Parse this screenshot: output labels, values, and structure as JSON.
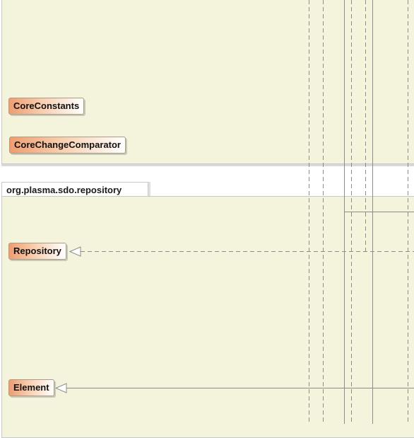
{
  "packages": {
    "repository": {
      "name": "org.plasma.sdo.repository"
    }
  },
  "classes": {
    "core_constants": "CoreConstants",
    "core_change_comparator": "CoreChangeComparator",
    "repository": "Repository",
    "element": "Element"
  },
  "colors": {
    "package_fill": "#f4f4dc",
    "package_border": "#c8c8c8",
    "class_gradient_start": "#ef9d70",
    "line": "#8c8c8c"
  }
}
